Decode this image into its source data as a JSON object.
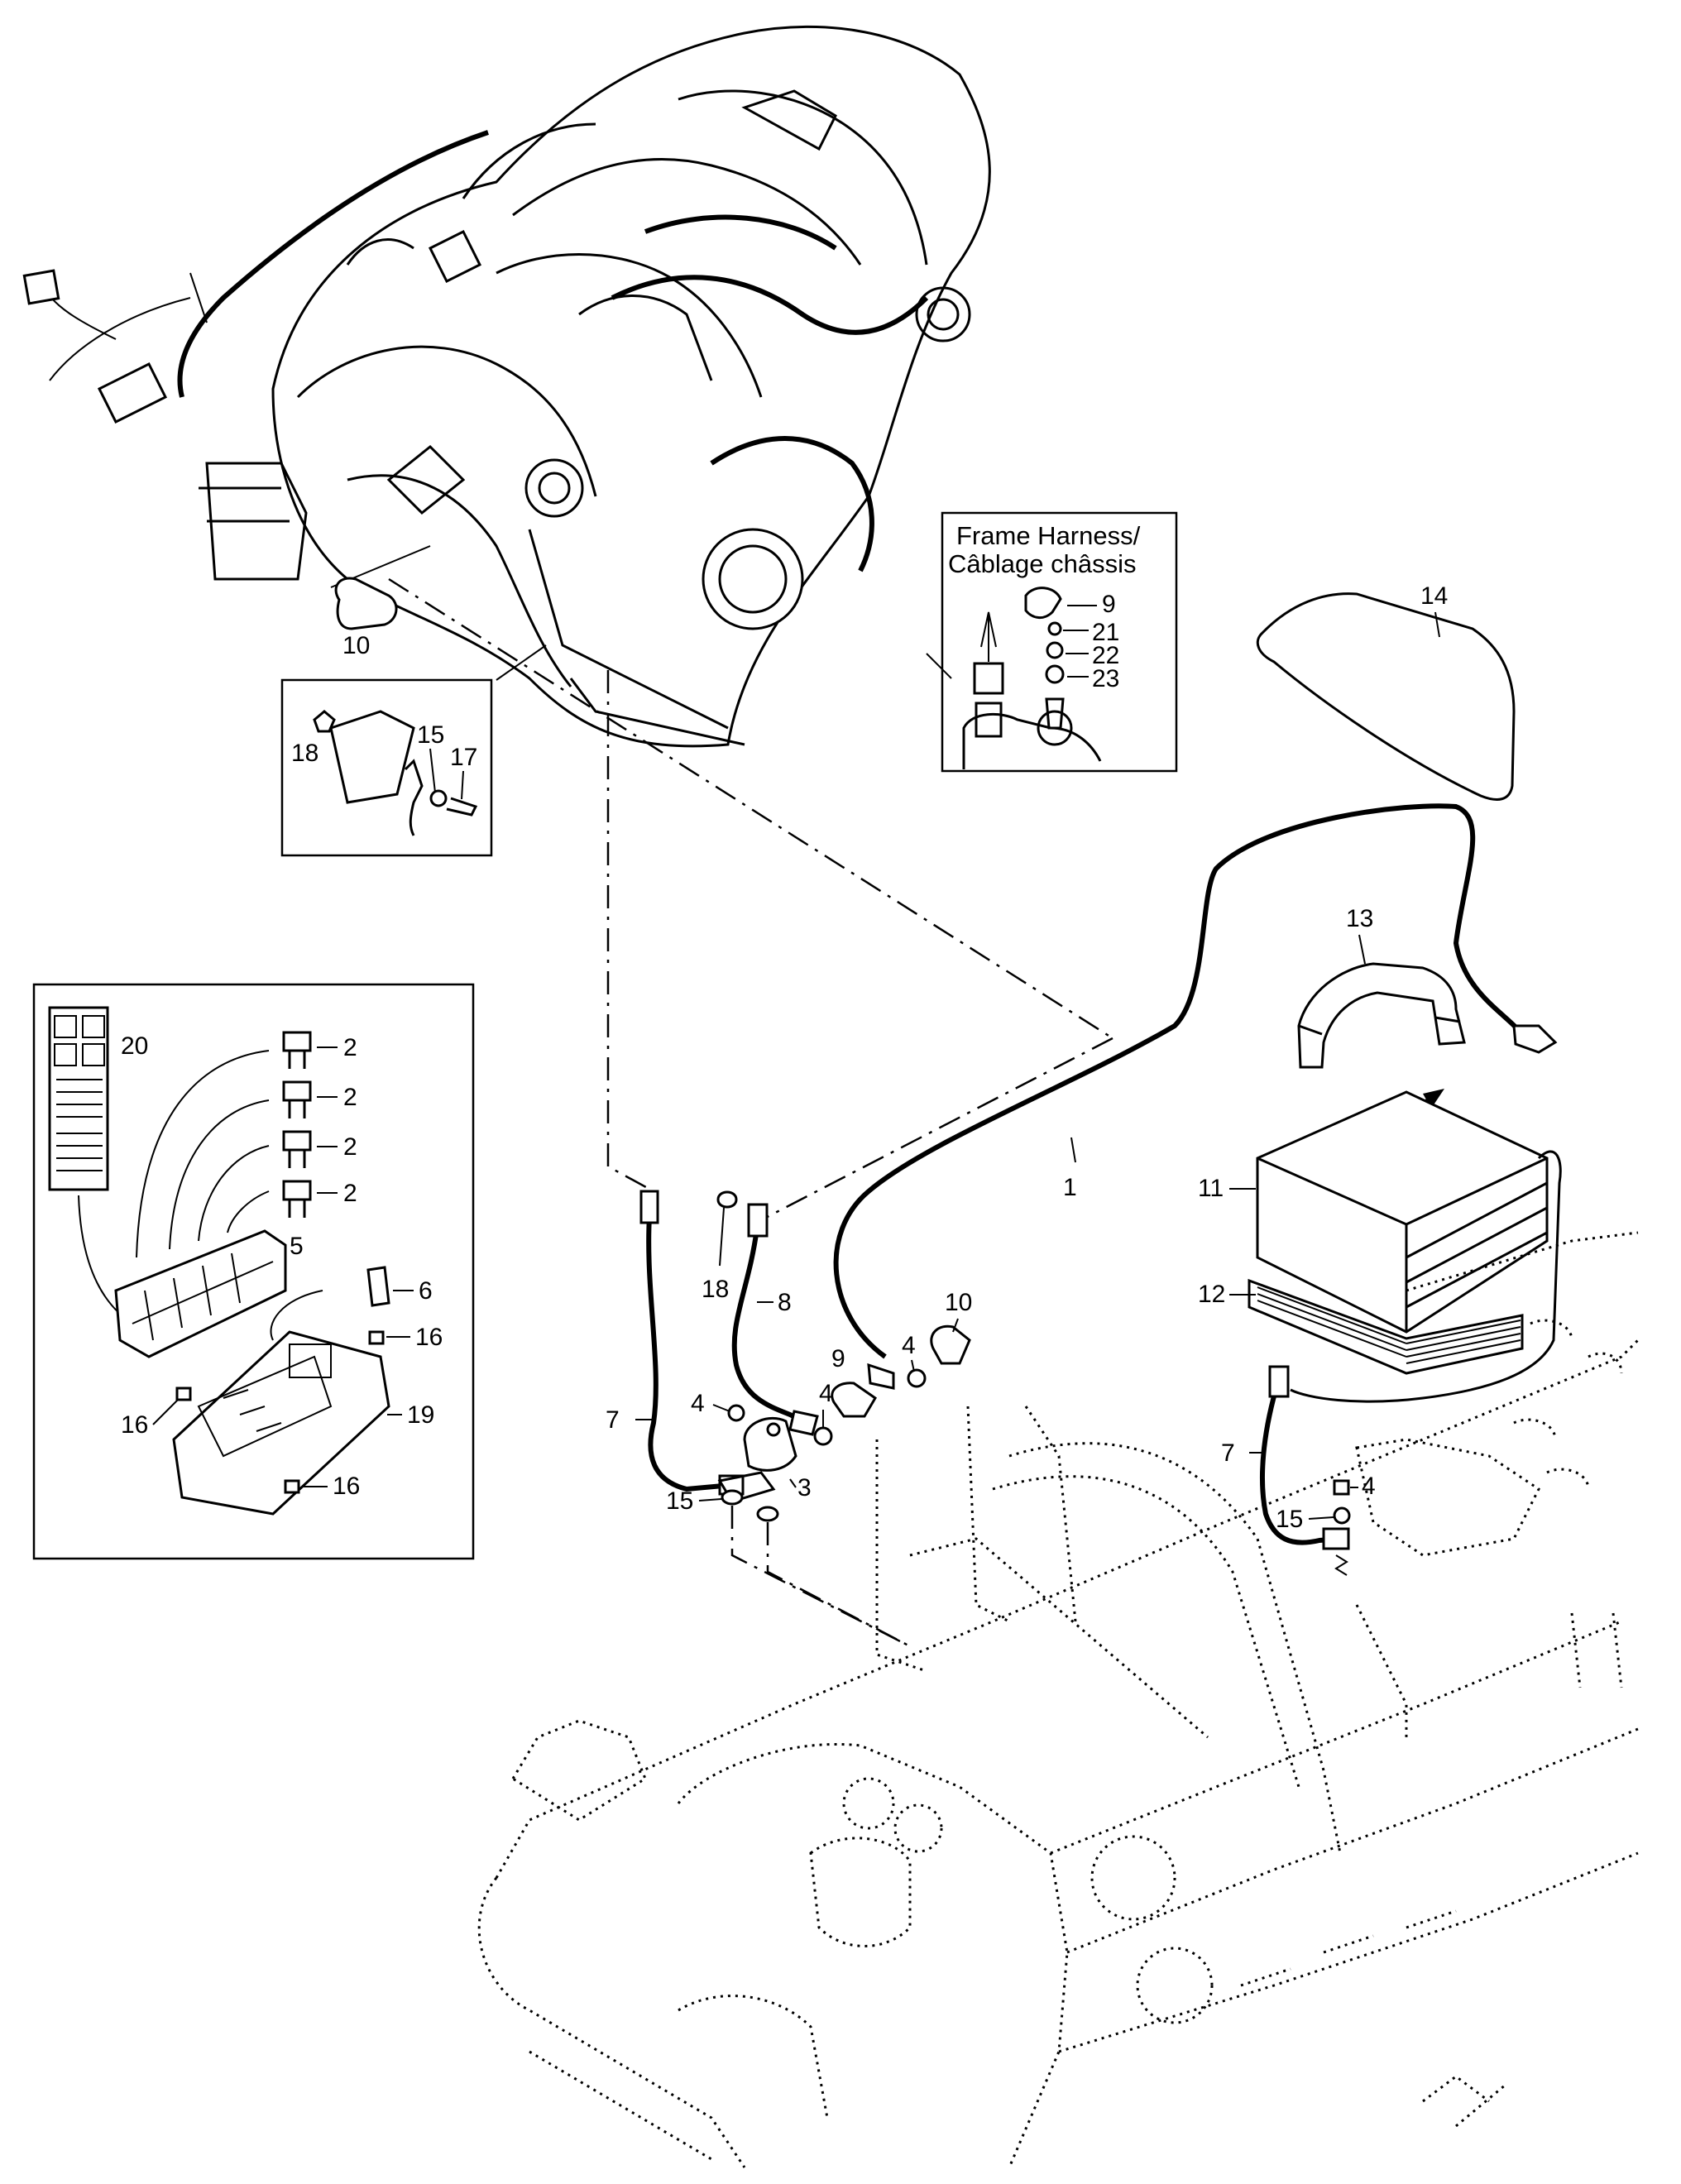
{
  "inset_frame_harness": {
    "title_line1": "Frame Harness/",
    "title_line2": "Câblage châssis"
  },
  "callouts": {
    "c1": "1",
    "c2a": "2",
    "c2b": "2",
    "c2c": "2",
    "c2d": "2",
    "c3": "3",
    "c4a": "4",
    "c4b": "4",
    "c4c": "4",
    "c4d": "4",
    "c5": "5",
    "c6": "6",
    "c7a": "7",
    "c7b": "7",
    "c8": "8",
    "c9a": "9",
    "c9b": "9",
    "c10a": "10",
    "c10b": "10",
    "c11": "11",
    "c12": "12",
    "c13": "13",
    "c14": "14",
    "c15a": "15",
    "c15b": "15",
    "c15c": "15",
    "c16a": "16",
    "c16b": "16",
    "c16c": "16",
    "c17": "17",
    "c18a": "18",
    "c18b": "18",
    "c19": "19",
    "c20": "20",
    "c21": "21",
    "c22": "22",
    "c23": "23"
  }
}
